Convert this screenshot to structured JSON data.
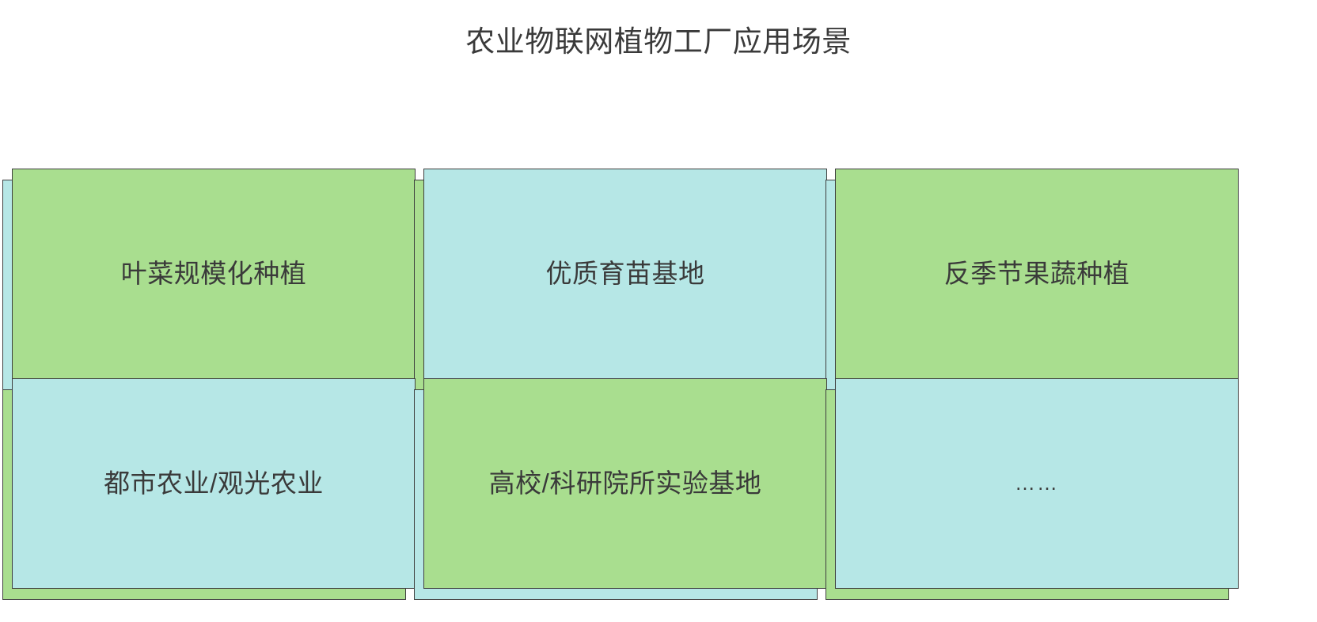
{
  "slide": {
    "title": "农业物联网植物工厂应用场景",
    "background_color": "#FFFFFF",
    "text_color": "#3A3A3A"
  },
  "palette": {
    "green": "#A9DE8F",
    "blue": "#B6E7E6",
    "border": "#3F3F3F"
  },
  "cards": [
    {
      "label": "叶菜规模化种植",
      "front_color": "#A9DE8F",
      "back_color": "#B6E7E6",
      "row": 1,
      "column": 1
    },
    {
      "label": "优质育苗基地",
      "front_color": "#B6E7E6",
      "back_color": "#A9DE8F",
      "row": 1,
      "column": 2
    },
    {
      "label": "反季节果蔬种植",
      "front_color": "#A9DE8F",
      "back_color": "#B6E7E6",
      "row": 1,
      "column": 3
    },
    {
      "label": "都市农业/观光农业",
      "front_color": "#B6E7E6",
      "back_color": "#A9DE8F",
      "row": 2,
      "column": 1
    },
    {
      "label": "高校/科研院所实验基地",
      "front_color": "#A9DE8F",
      "back_color": "#B6E7E6",
      "row": 2,
      "column": 2
    },
    {
      "label": "……",
      "front_color": "#B6E7E6",
      "back_color": "#A9DE8F",
      "row": 2,
      "column": 3
    }
  ]
}
